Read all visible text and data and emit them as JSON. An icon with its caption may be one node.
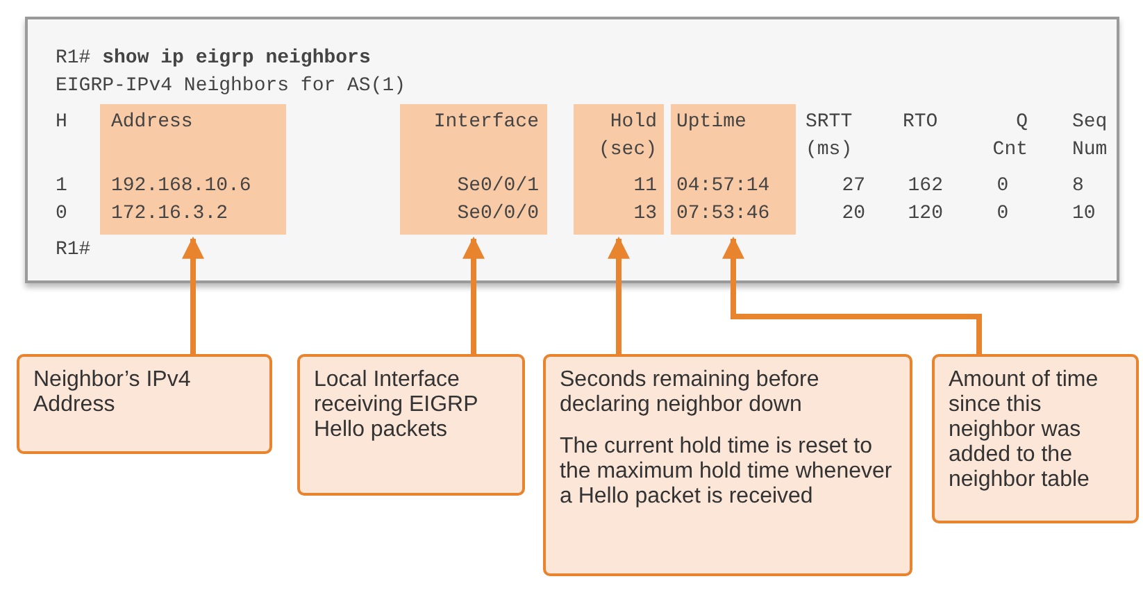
{
  "diagram": {
    "nodes": [
      {
        "text": [],
        "shape": "box"
      },
      {
        "text": [],
        "shape": "box"
      },
      {
        "text": [],
        "shape": "box"
      },
      {
        "text": [],
        "shape": "box"
      },
      {
        "text": [
          "Neighbor’s IPv4 Address"
        ]
      },
      {
        "text": [
          "Local Interface receiving EIGRP Hello packets"
        ]
      },
      {
        "text": [
          "Seconds remaining before declaring neighbor down",
          "The current hold time is reset to the maximum hold time whenever a Hello packet is received"
        ]
      },
      {
        "text": [
          "Amount of time since this neighbor was added to the neighbor table"
        ]
      }
    ],
    "edges": [
      {
        "from": 4,
        "to": 0,
        "arrow": "to"
      },
      {
        "from": 5,
        "to": 1,
        "arrow": "to"
      },
      {
        "from": 6,
        "to": 2,
        "arrow": "to"
      },
      {
        "from": 7,
        "to": 3,
        "arrow": "to"
      }
    ],
    "labels": [
      "R1# **show ip eigrp neighbors**",
      "EIGRP-IPv4 Neighbors for AS(1)",
      "H",
      "Address",
      "Interface",
      "Hold (sec)",
      "Uptime",
      "SRTT (ms)",
      "RTO",
      "Q Cnt",
      "Seq Num",
      "1",
      "192.168.10.6",
      "Se0/0/1",
      "11",
      "04:57:14",
      "27",
      "162",
      "0",
      "8",
      "0",
      "172.16.3.2",
      "Se0/0/0",
      "13",
      "07:53:46",
      "20",
      "120",
      "0",
      "10",
      "R1#"
    ]
  }
}
